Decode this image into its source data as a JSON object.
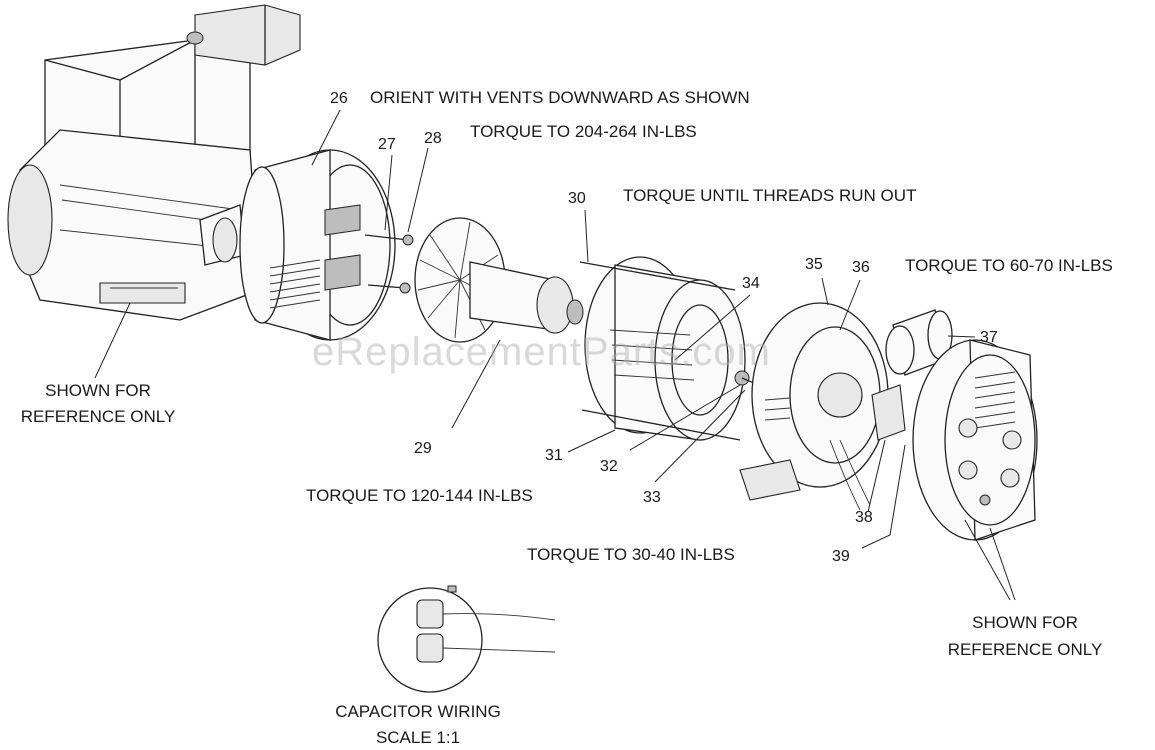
{
  "watermark": "eReplacementParts.com",
  "notes": {
    "orient_vents": "ORIENT WITH VENTS DOWNWARD AS SHOWN",
    "torque_204_264": "TORQUE TO 204-264 IN-LBS",
    "torque_threads": "TORQUE UNTIL THREADS RUN OUT",
    "torque_60_70": "TORQUE TO 60-70 IN-LBS",
    "torque_120_144": "TORQUE TO 120-144 IN-LBS",
    "torque_30_40": "TORQUE TO 30-40 IN-LBS",
    "ref_left_1": "SHOWN FOR",
    "ref_left_2": "REFERENCE ONLY",
    "ref_right_1": "SHOWN FOR",
    "ref_right_2": "REFERENCE ONLY",
    "capacitor_1": "CAPACITOR WIRING",
    "capacitor_2": "SCALE 1:1"
  },
  "callouts": {
    "p26": "26",
    "p27": "27",
    "p28": "28",
    "p29": "29",
    "p30": "30",
    "p31": "31",
    "p32": "32",
    "p33": "33",
    "p34": "34",
    "p35": "35",
    "p36": "36",
    "p37": "37",
    "p38": "38",
    "p39": "39"
  }
}
